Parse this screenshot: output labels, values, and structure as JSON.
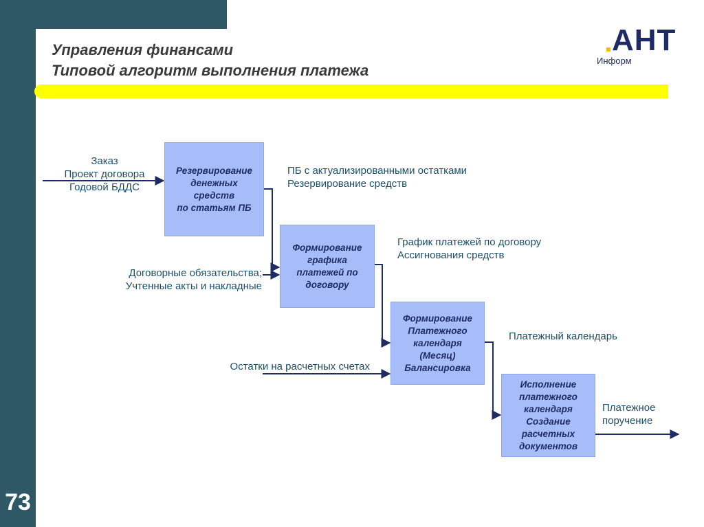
{
  "slide": {
    "number": "73"
  },
  "title": {
    "line1": "Управления финансами",
    "line2": "Типовой алгоритм выполнения платежа"
  },
  "logo": {
    "main": "АНТ",
    "sub": "Информ"
  },
  "steps": [
    {
      "label": "Резервирование\nденежных\nсредств\nпо статьям ПБ"
    },
    {
      "label": "Формирование\nграфика\nплатежей по\nдоговору"
    },
    {
      "label": "Формирование\nПлатежного\nкалендаря\n(Месяц)\nБалансировка"
    },
    {
      "label": "Исполнение\nплатежного\nкалендаря\nСоздание\nрасчетных\nдокументов"
    }
  ],
  "inputs": [
    {
      "text": "Заказ\nПроект договора\nГодовой БДДС"
    },
    {
      "text": "Договорные обязательства;\nУчтенные акты и накладные"
    },
    {
      "text": "Остатки на расчетных счетах"
    }
  ],
  "outputs": [
    {
      "text": "ПБ с актуализированными остатками\nРезервирование средств"
    },
    {
      "text": "График платежей по договору\nАссигнования средств"
    },
    {
      "text": "Платежный календарь"
    },
    {
      "text": "Платежное\nпоручение"
    }
  ],
  "colors": {
    "frame": "#2e5866",
    "accent_bar": "#ffff00",
    "box_fill": "#a7bdfa",
    "box_text": "#1f2c63",
    "text": "#1c4e67",
    "arrow": "#1f2c63"
  }
}
